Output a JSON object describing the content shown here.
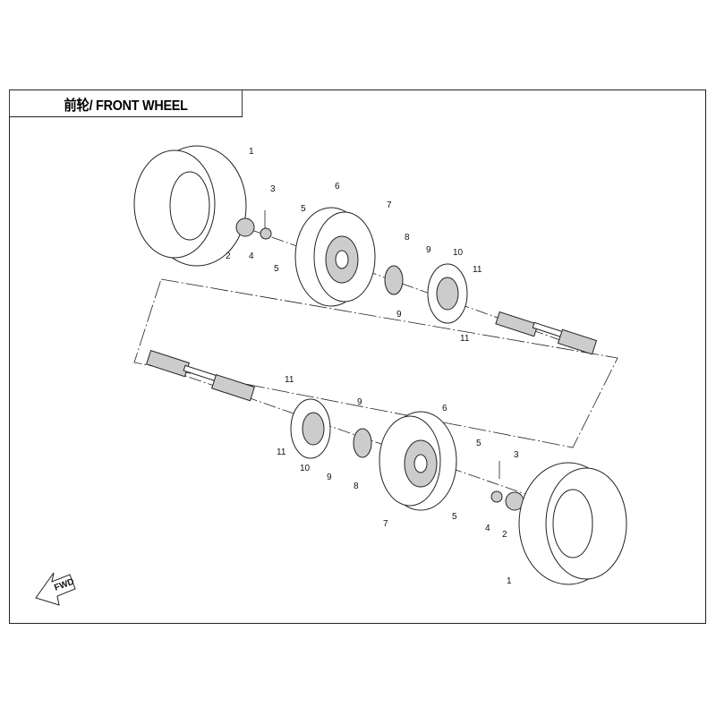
{
  "title": "前轮/ FRONT WHEEL",
  "fwd_arrow": "FWD",
  "callouts": {
    "top": [
      "1",
      "3",
      "6",
      "7",
      "5",
      "2",
      "4",
      "5",
      "8",
      "9",
      "10",
      "11",
      "9",
      "11"
    ],
    "bottom": [
      "11",
      "9",
      "6",
      "5",
      "3",
      "11",
      "10",
      "9",
      "8",
      "7",
      "5",
      "4",
      "2",
      "1"
    ]
  }
}
